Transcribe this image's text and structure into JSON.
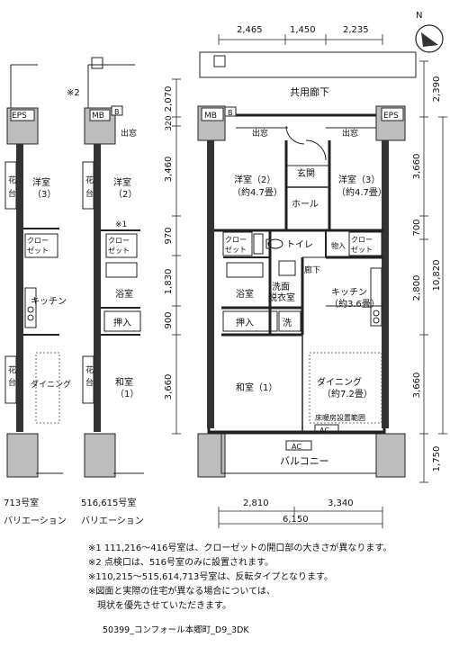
{
  "compass_label": "N",
  "dims_top": [
    "2,465",
    "1,450",
    "2,235"
  ],
  "dims_left": [
    "2,070",
    "320",
    "3,460",
    "970",
    "1,830",
    "900",
    "3,660"
  ],
  "dims_right_inner": [
    "2,390",
    "3,660",
    "700",
    "2,800",
    "3,660",
    "1,750"
  ],
  "dims_right_total": "10,820",
  "dims_bottom": [
    "2,810",
    "3,340"
  ],
  "dims_bottom_total": "6,150",
  "rooms": {
    "corridor": "共用廊下",
    "mb": "MB",
    "b": "B",
    "eps": "EPS",
    "eps_left": "EPS",
    "demado1": "出窓",
    "demado2": "出窓",
    "western2": "洋室（2）",
    "western2_size": "（約4.7畳）",
    "western3": "洋室（3）",
    "western3_size": "（約4.7畳）",
    "genkan": "玄関",
    "hall": "ホール",
    "closet1": "クロー",
    "closet1b": "ゼット",
    "closet2": "クロー",
    "closet2b": "ゼット",
    "storage": "物入",
    "toilet": "トイレ",
    "rouka": "廊下",
    "bath": "浴室",
    "senmen1": "洗面",
    "senmen2": "脱衣室",
    "kitchen": "キッチン",
    "kitchen_size": "（約3.6畳）",
    "oshiire": "押入",
    "sen": "洗",
    "washitsu": "和室（1）",
    "dining": "ダイニング",
    "dining_size": "（約7.2畳）",
    "floor_heat": "床暖房設置範囲",
    "ac1": "AC",
    "ac2": "AC",
    "balcony": "バルコニー"
  },
  "variation_a": {
    "eps": "EPS",
    "western": "洋室",
    "western_no": "（3）",
    "hana1": "花",
    "dai1": "台",
    "closet": "クロー",
    "closet_b": "ゼット",
    "kitchen": "キッチン",
    "hana2": "花",
    "dai2": "台",
    "dining": "ダイニング",
    "caption1": "713号室",
    "caption2": "バリエーション"
  },
  "variation_b": {
    "note_mark": "※2",
    "mb": "MB",
    "b": "B",
    "demado": "出窓",
    "western": "洋室",
    "western_no": "（2）",
    "hana1": "花",
    "dai1": "台",
    "mark1": "※1",
    "closet": "クロー",
    "closet_b": "ゼット",
    "bath": "浴室",
    "oshiire": "押入",
    "hana2": "花",
    "dai2": "台",
    "washitsu": "和室",
    "washitsu_no": "（1）",
    "caption1": "516,615号室",
    "caption2": "バリエーション"
  },
  "notes": [
    "※1  111,216〜416号室は、クローゼットの開口部の大きさが異なります。",
    "※2  点検口は、516号室のみに設置されます。",
    "※110,215〜515,614,713号室は、反転タイプとなります。",
    "※図面と実際の住宅が異なる場合については、",
    "　現状を優先させていただきます。"
  ],
  "footer": "50399_コンフォール本郷町_D9_3DK"
}
